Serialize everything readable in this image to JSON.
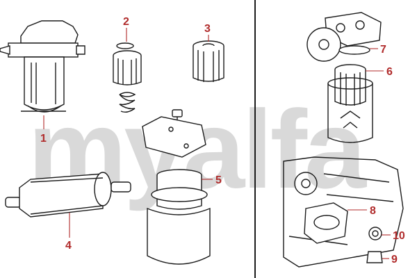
{
  "watermark": "myalfa",
  "callouts": [
    {
      "id": "1",
      "text": "1"
    },
    {
      "id": "2",
      "text": "2"
    },
    {
      "id": "3",
      "text": "3"
    },
    {
      "id": "4",
      "text": "4"
    },
    {
      "id": "5",
      "text": "5"
    },
    {
      "id": "6",
      "text": "6"
    },
    {
      "id": "7",
      "text": "7"
    },
    {
      "id": "8",
      "text": "8"
    },
    {
      "id": "9",
      "text": "9"
    },
    {
      "id": "10",
      "text": "10"
    }
  ],
  "colors": {
    "callout": "#b02a2a",
    "ink": "#1a1a1a",
    "watermark": "#d9d9d9"
  }
}
